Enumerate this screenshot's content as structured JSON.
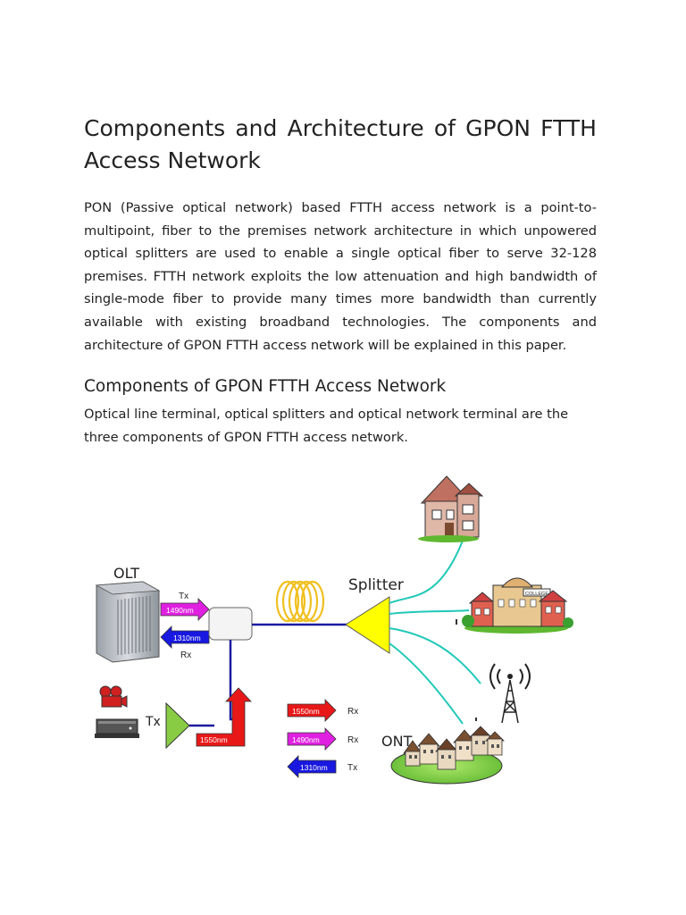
{
  "title": "Components and Architecture of GPON FTTH Access Network",
  "intro": "PON (Passive optical network) based FTTH access network is a point-to-multipoint, fiber to the premises network architecture in which unpowered optical splitters are used to enable a single optical fiber to serve 32-128 premises. FTTH network exploits the low attenuation and high bandwidth of single-mode fiber to provide many times more bandwidth than currently available with existing broadband technologies. The components and architecture of GPON FTTH access network will be explained in this paper.",
  "section": {
    "heading": "Components of GPON FTTH Access Network",
    "body": "Optical line terminal, optical splitters and optical network terminal are the three components of GPON FTTH access network."
  },
  "diagram": {
    "olt_label": "OLT",
    "splitter_label": "Splitter",
    "ont_label": "ONT",
    "olt_tx": "Tx",
    "olt_rx": "Rx",
    "olt_tx_wavelength": "1490nm",
    "olt_rx_wavelength": "1310nm",
    "video_tx": "Tx",
    "video_wavelength": "1550nm",
    "college_sign": "COLLEGE",
    "legend": [
      {
        "wavelength": "1550nm",
        "role": "Rx",
        "color": "#e81818",
        "direction": "right"
      },
      {
        "wavelength": "1490nm",
        "role": "Rx",
        "color": "#e020e0",
        "direction": "right"
      },
      {
        "wavelength": "1310nm",
        "role": "Tx",
        "color": "#1818e0",
        "direction": "left"
      }
    ],
    "colors": {
      "fiber": "#1a1aa0",
      "branch": "#20c8b8",
      "splitter": "#ffff00",
      "amplifier": "#88cc44",
      "coil": "#f0c020"
    }
  }
}
